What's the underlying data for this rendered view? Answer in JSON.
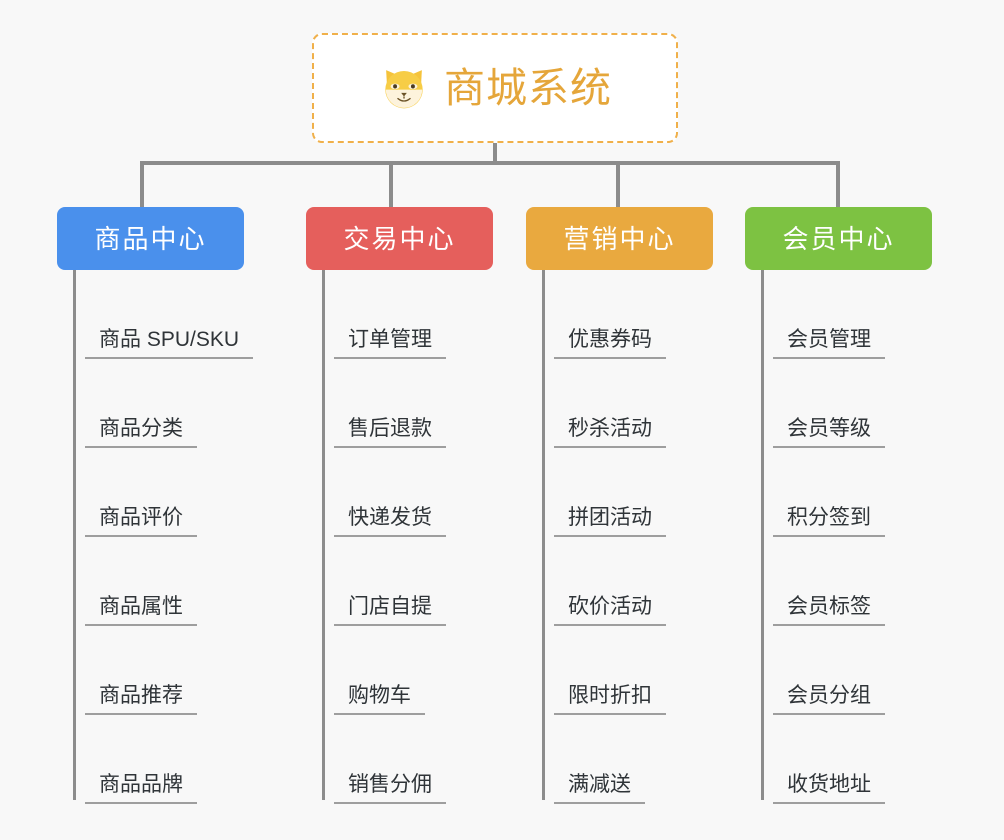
{
  "background_color": "#f8f8f8",
  "root": {
    "title": "商城系统",
    "icon": "shiba-dog-face-icon",
    "border_color": "#f0b04a",
    "text_color": "#e5a63a",
    "background": "#ffffff"
  },
  "categories": [
    {
      "label": "商品中心",
      "color": "#4a90ec",
      "items": [
        "商品 SPU/SKU",
        "商品分类",
        "商品评价",
        "商品属性",
        "商品推荐",
        "商品品牌"
      ]
    },
    {
      "label": "交易中心",
      "color": "#e55f5c",
      "items": [
        "订单管理",
        "售后退款",
        "快递发货",
        "门店自提",
        "购物车",
        "销售分佣"
      ]
    },
    {
      "label": "营销中心",
      "color": "#e9a93f",
      "items": [
        "优惠券码",
        "秒杀活动",
        "拼团活动",
        "砍价活动",
        "限时折扣",
        "满减送"
      ]
    },
    {
      "label": "会员中心",
      "color": "#7dc242",
      "items": [
        "会员管理",
        "会员等级",
        "积分签到",
        "会员标签",
        "会员分组",
        "收货地址"
      ]
    }
  ],
  "connector_color": "#8c8c8c",
  "leaf_underline_color": "#9e9e9e",
  "leaf_text_color": "#2f3438"
}
